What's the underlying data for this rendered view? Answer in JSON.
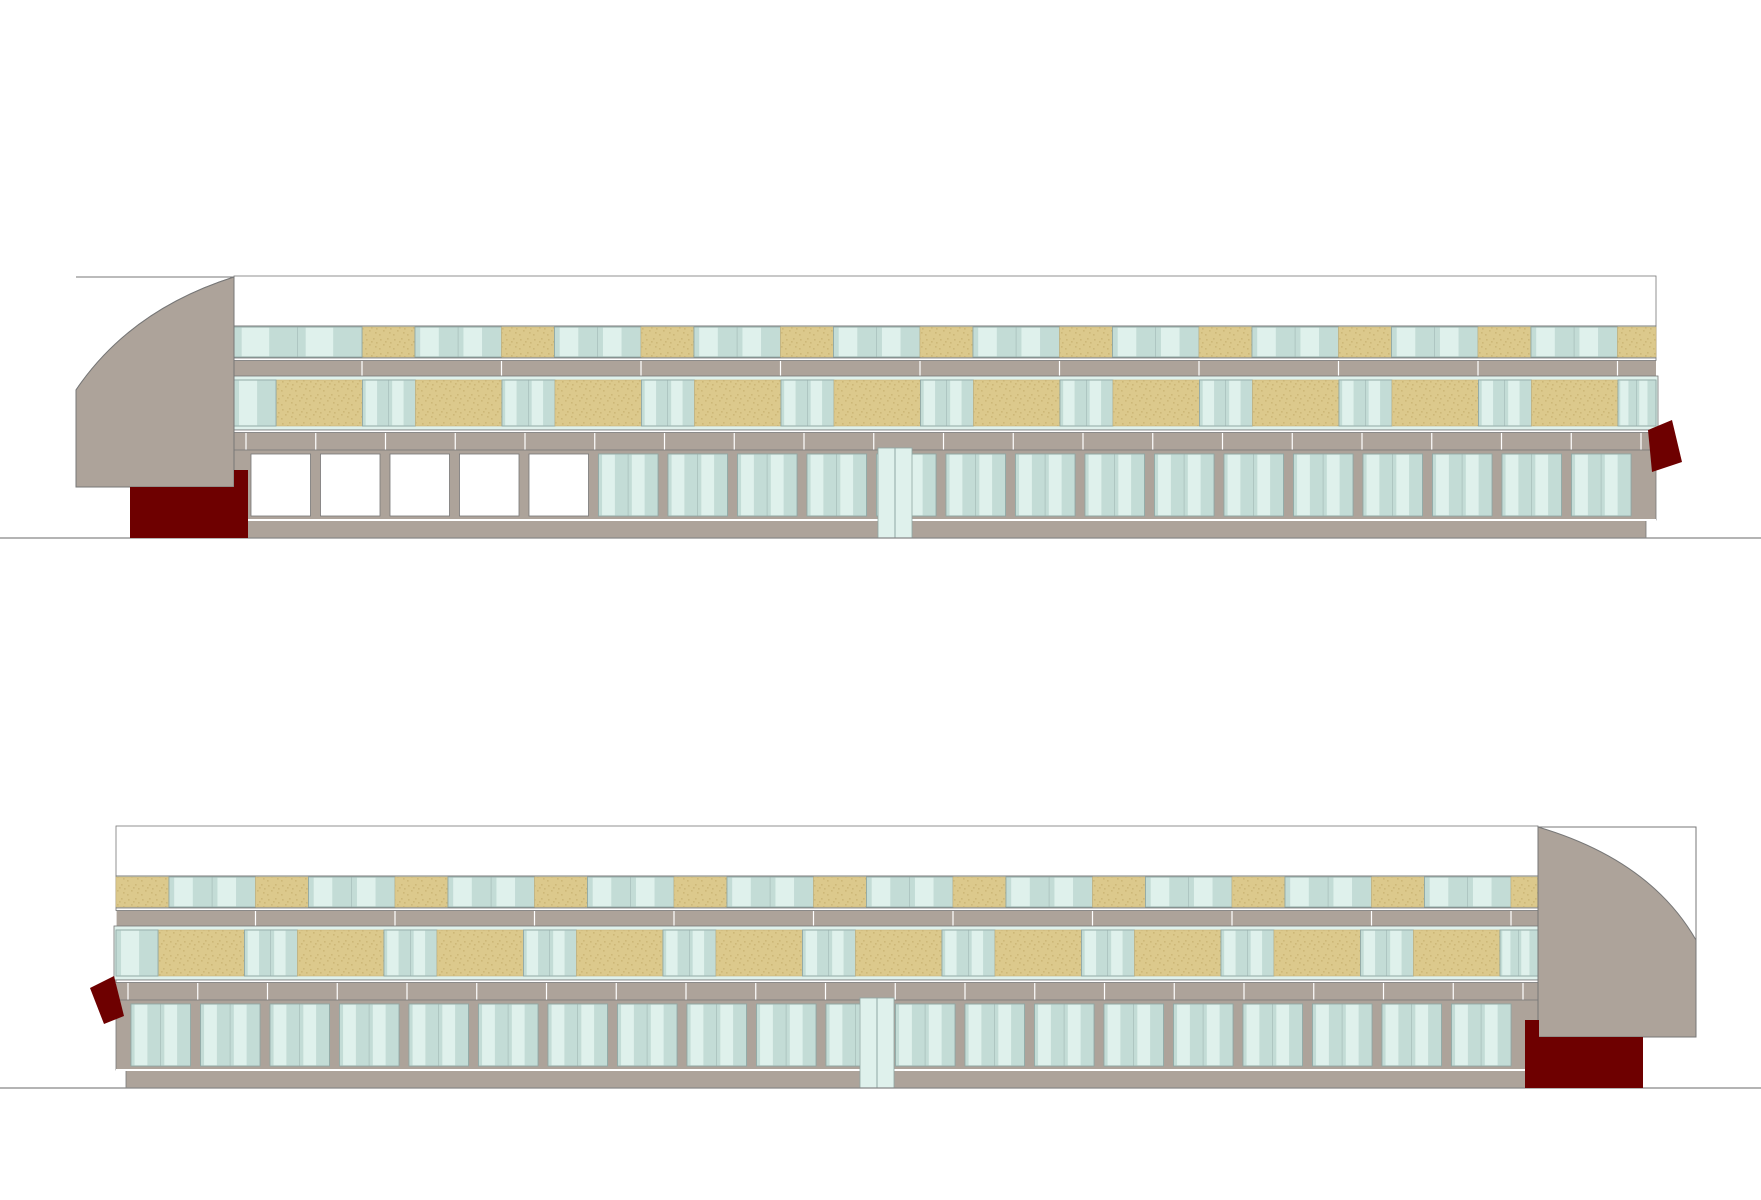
{
  "colors": {
    "background": "#ffffff",
    "line": "#777777",
    "ground_line": "#888888",
    "wall_taupe": "#ada39a",
    "wall_white": "#ffffff",
    "accent_red": "#6e0000",
    "glass": "#dff1ec",
    "glass_shade": "#c3dcd6",
    "mullion": "#8fa7a3",
    "stone": "#dcc98c",
    "stone_dark": "#cdb877"
  },
  "elevations": [
    {
      "id": "upper",
      "orientation": "end-block-left"
    },
    {
      "id": "lower",
      "orientation": "end-block-right"
    }
  ]
}
